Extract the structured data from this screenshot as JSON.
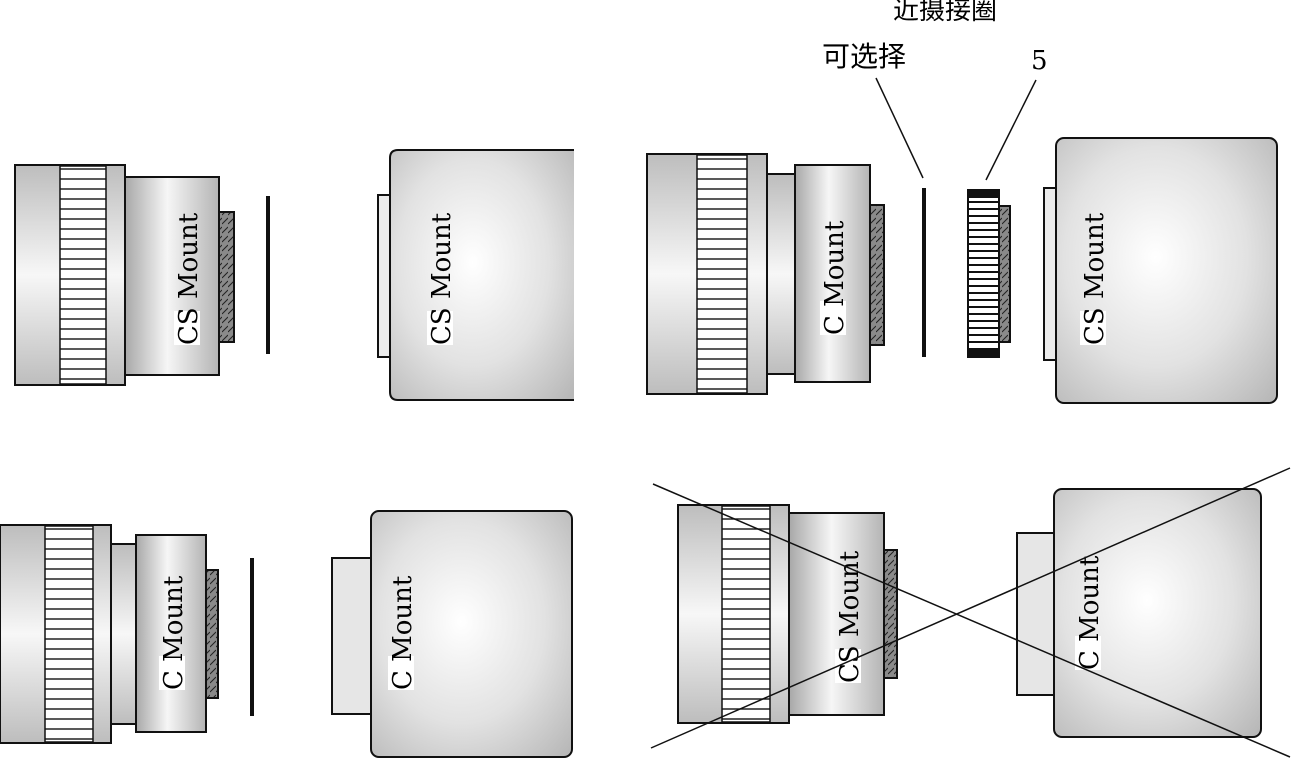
{
  "labels": {
    "cs_mount": "CS Mount",
    "c_mount": "C Mount",
    "optional": "可选择",
    "extension_ring": "近摄接圈",
    "callout_5": "5"
  },
  "colors": {
    "stroke": "#111111",
    "metal_light": "#f4f4f4",
    "metal_dark": "#a9a9a9",
    "thread_fill": "#7f7f7f"
  }
}
